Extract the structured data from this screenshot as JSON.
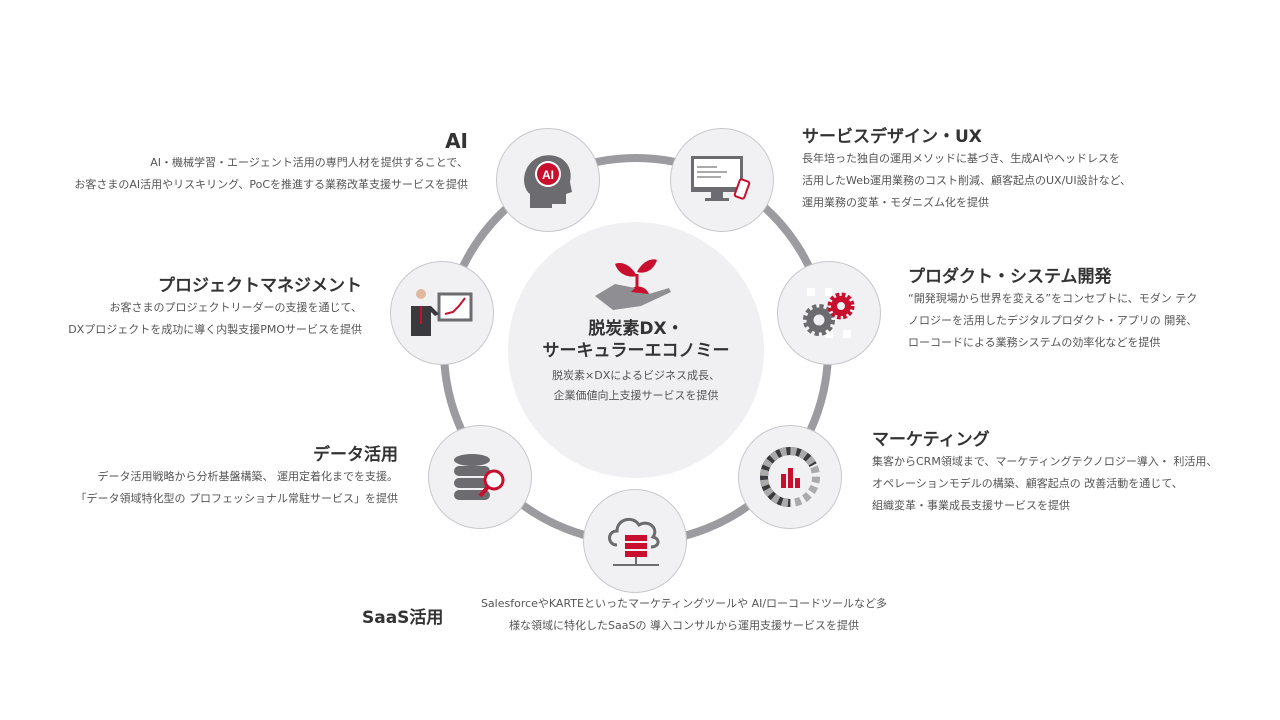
{
  "center": {
    "title_line1": "脱炭素DX・",
    "title_line2": "サーキュラーエコノミー",
    "desc_line1": "脱炭素×DXによるビジネス成長、",
    "desc_line2": "企業価値向上支援サービスを提供"
  },
  "services": {
    "ai": {
      "title": "AI",
      "icon_label": "AI",
      "lines": [
        "AI・機械学習・エージェント活用の専門人材を提供することで、",
        "お客さまのAI活用やリスキリング、PoCを推進する業務改革支援サービスを提供"
      ]
    },
    "ux": {
      "title": "サービスデザイン・UX",
      "lines": [
        "長年培った独自の運用メソッドに基づき、生成AIやヘッドレスを",
        "活用したWeb運用業務のコスト削減、顧客起点のUX/UI設計など、",
        "運用業務の変革・モダニズム化を提供"
      ]
    },
    "pm": {
      "title": "プロジェクトマネジメント",
      "lines": [
        "お客さまのプロジェクトリーダーの支援を通じて、",
        "DXプロジェクトを成功に導く内製支援PMOサービスを提供"
      ]
    },
    "product": {
      "title": "プロダクト・システム開発",
      "lines": [
        "“開発現場から世界を変える”をコンセプトに、モダン テク",
        "ノロジーを活用したデジタルプロダクト・アプリの 開発、",
        "ローコードによる業務システムの効率化などを提供"
      ]
    },
    "data": {
      "title": "データ活用",
      "lines": [
        "データ活用戦略から分析基盤構築、 運用定着化までを支援。",
        "「データ領域特化型の プロフェッショナル常駐サービス」を提供"
      ]
    },
    "marketing": {
      "title": "マーケティング",
      "lines": [
        "集客からCRM領域まで、マーケティングテクノロジー導入・ 利活用、",
        "オペレーションモデルの構築、顧客起点の 改善活動を通じて、",
        "組織変革・事業成長支援サービスを提供"
      ]
    },
    "saas": {
      "title": "SaaS活用",
      "lines": [
        "SalesforceやKARTEといったマーケティングツールや AI/ローコードツールなど多",
        "様な領域に特化したSaaSの 導入コンサルから運用支援サービスを提供"
      ]
    }
  },
  "colors": {
    "accent": "#c8102e",
    "ring": "#9b9ba0",
    "icon_gray": "#6b6b70"
  }
}
